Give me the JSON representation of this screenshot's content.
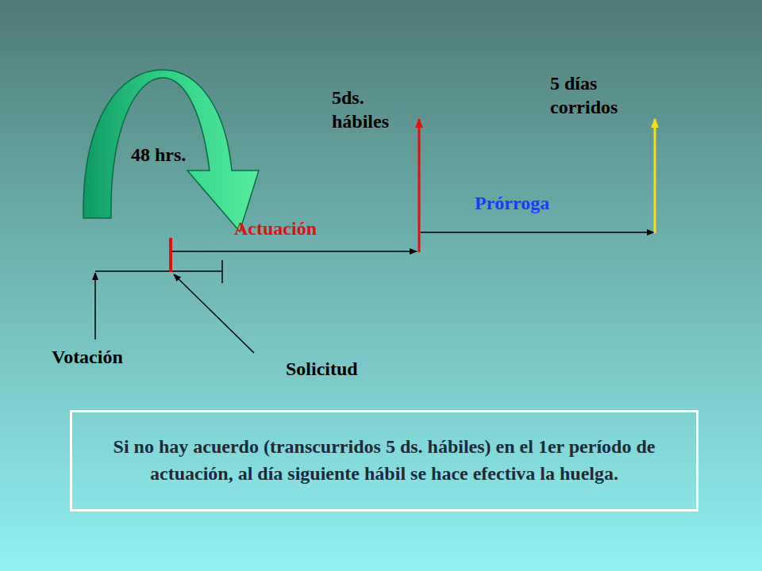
{
  "diagram": {
    "nodes": [
      {
        "text": [
          "Si no hay acuerdo (transcurridos 5 ds. hábiles) en el 1er período de actuación, al día siguiente hábil se hace efectiva la huelga."
        ]
      }
    ],
    "labels": [
      "48 hrs.",
      "Actuación",
      "5ds. hábiles",
      "5 días corridos",
      "Prórroga",
      "Votación",
      "Solicitud"
    ]
  }
}
